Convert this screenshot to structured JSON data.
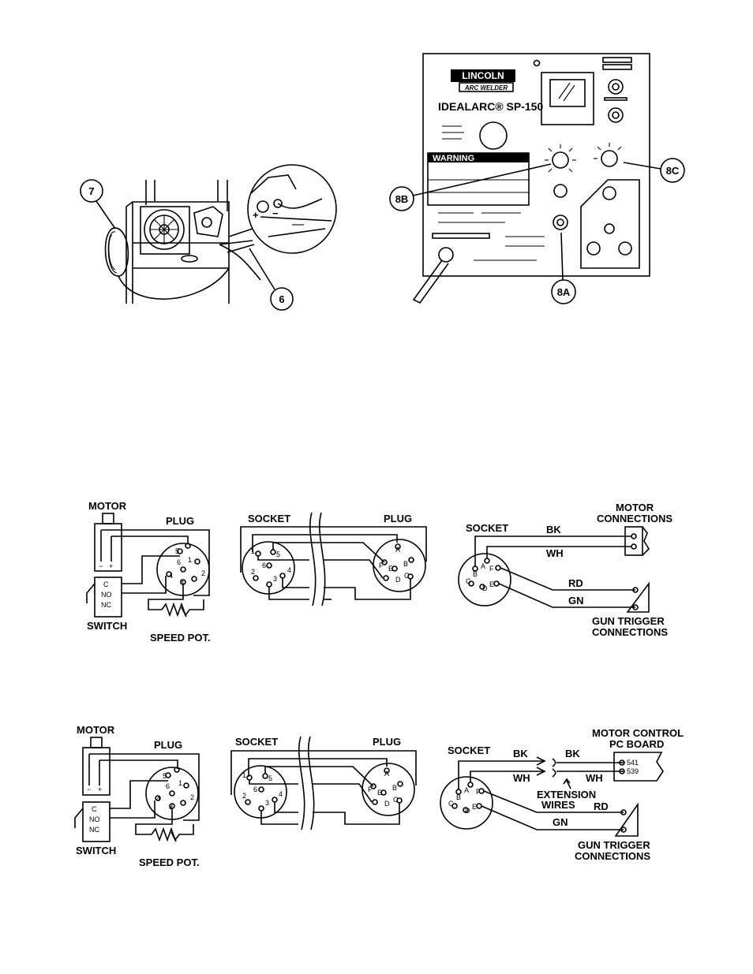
{
  "figure": {
    "callouts": {
      "c7": "7",
      "c6": "6",
      "c8b": "8B",
      "c8a": "8A",
      "c8c": "8C"
    },
    "panel": {
      "logo": "LINCOLN",
      "logo_sub": "ARC WELDER",
      "model": "IDEALARC® SP-150",
      "warning": "WARNING"
    }
  },
  "diagram1": {
    "motor": "MOTOR",
    "plug": "PLUG",
    "switch": "SWITCH",
    "speed_pot": "SPEED POT.",
    "switch_c": "C",
    "switch_no": "NO",
    "switch_nc": "NC",
    "minus": "−",
    "plus": "+",
    "pins": [
      "5",
      "1",
      "6",
      "4",
      "3",
      "2"
    ]
  },
  "diagram2": {
    "socket": "SOCKET",
    "plug": "PLUG",
    "socket_pins": [
      "1",
      "5",
      "6",
      "2",
      "4",
      "3"
    ],
    "plug_pins": [
      "A",
      "F",
      "E",
      "B",
      "D",
      "C"
    ]
  },
  "diagram3": {
    "socket": "SOCKET",
    "bk": "BK",
    "wh": "WH",
    "rd": "RD",
    "gn": "GN",
    "motor_connections_1": "MOTOR",
    "motor_connections_2": "CONNECTIONS",
    "gun_trigger_1": "GUN TRIGGER",
    "gun_trigger_2": "CONNECTIONS",
    "pins": [
      "A",
      "B",
      "F",
      "C",
      "D",
      "E"
    ]
  },
  "diagram4": {
    "motor": "MOTOR",
    "plug": "PLUG",
    "switch": "SWITCH",
    "speed_pot": "SPEED POT.",
    "switch_c": "C",
    "switch_no": "NO",
    "switch_nc": "NC",
    "minus": "−",
    "plus": "+",
    "pins": [
      "5",
      "1",
      "6",
      "4",
      "3",
      "2"
    ]
  },
  "diagram5": {
    "socket": "SOCKET",
    "plug": "PLUG",
    "socket_pins": [
      "1",
      "5",
      "6",
      "2",
      "4",
      "3"
    ],
    "plug_pins": [
      "A",
      "F",
      "E",
      "B",
      "D",
      "C"
    ]
  },
  "diagram6": {
    "socket": "SOCKET",
    "bk": "BK",
    "wh": "WH",
    "bk2": "BK",
    "wh2": "WH",
    "rd": "RD",
    "gn": "GN",
    "mcpc_1": "MOTOR CONTROL",
    "mcpc_2": "PC BOARD",
    "term_541": "541",
    "term_539": "539",
    "ext_1": "EXTENSION",
    "ext_2": "WIRES",
    "gun_trigger_1": "GUN TRIGGER",
    "gun_trigger_2": "CONNECTIONS",
    "pins": [
      "A",
      "B",
      "F",
      "C",
      "D",
      "E"
    ]
  }
}
